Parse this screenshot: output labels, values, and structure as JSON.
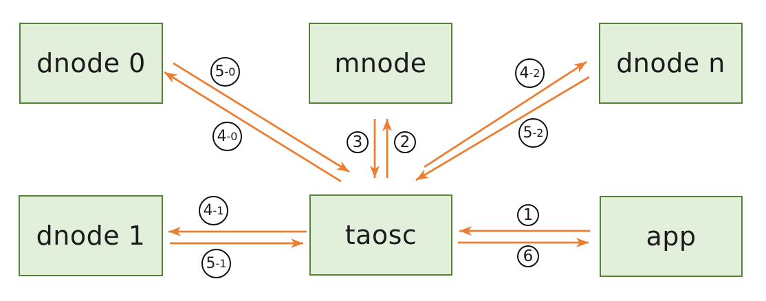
{
  "colors": {
    "background": "#FFFFFF",
    "box_fill": "#E2EFDA",
    "box_border": "#548235",
    "arrow": "#ED7D31",
    "text": "#1C1C1C",
    "circle_border": "#111111"
  },
  "nodes": [
    {
      "id": "dnode0",
      "label": "dnode 0"
    },
    {
      "id": "mnode",
      "label": "mnode"
    },
    {
      "id": "dnoden",
      "label": "dnode n"
    },
    {
      "id": "dnode1",
      "label": "dnode 1"
    },
    {
      "id": "taosc",
      "label": "taosc"
    },
    {
      "id": "app",
      "label": "app"
    }
  ],
  "edges": [
    {
      "id": "5-0",
      "label": "5-0",
      "big": "5",
      "small": "-0",
      "from": "dnode 0",
      "to": "taosc"
    },
    {
      "id": "4-0",
      "label": "4-0",
      "big": "4",
      "small": "-0",
      "from": "taosc",
      "to": "dnode 0"
    },
    {
      "id": "3",
      "label": "3",
      "big": "3",
      "small": "",
      "from": "mnode",
      "to": "taosc"
    },
    {
      "id": "2",
      "label": "2",
      "big": "2",
      "small": "",
      "from": "taosc",
      "to": "mnode"
    },
    {
      "id": "4-2",
      "label": "4-2",
      "big": "4",
      "small": "-2",
      "from": "taosc",
      "to": "dnode n"
    },
    {
      "id": "5-2",
      "label": "5-2",
      "big": "5",
      "small": "-2",
      "from": "dnode n",
      "to": "taosc"
    },
    {
      "id": "4-1",
      "label": "4-1",
      "big": "4",
      "small": "-1",
      "from": "taosc",
      "to": "dnode 1"
    },
    {
      "id": "5-1",
      "label": "5-1",
      "big": "5",
      "small": "-1",
      "from": "dnode 1",
      "to": "taosc"
    },
    {
      "id": "1",
      "label": "1",
      "big": "1",
      "small": "",
      "from": "app",
      "to": "taosc"
    },
    {
      "id": "6",
      "label": "6",
      "big": "6",
      "small": "",
      "from": "taosc",
      "to": "app"
    }
  ]
}
